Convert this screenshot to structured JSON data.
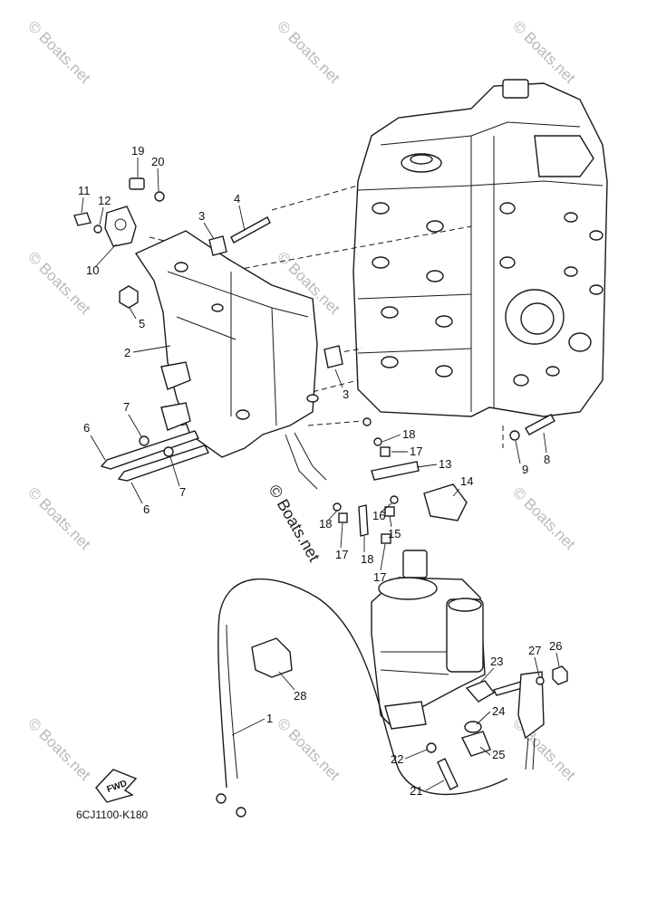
{
  "watermark": "© Boats.net",
  "diagram_code": "6CJ1100-K180",
  "fwd_label": "FWD",
  "callouts": [
    "19",
    "20",
    "11",
    "12",
    "10",
    "4",
    "3",
    "5",
    "2",
    "7",
    "6",
    "6",
    "7",
    "3",
    "18",
    "17",
    "13",
    "14",
    "16",
    "15",
    "18",
    "17",
    "18",
    "17",
    "9",
    "8",
    "27",
    "26",
    "23",
    "24",
    "25",
    "22",
    "21",
    "28",
    "1"
  ]
}
